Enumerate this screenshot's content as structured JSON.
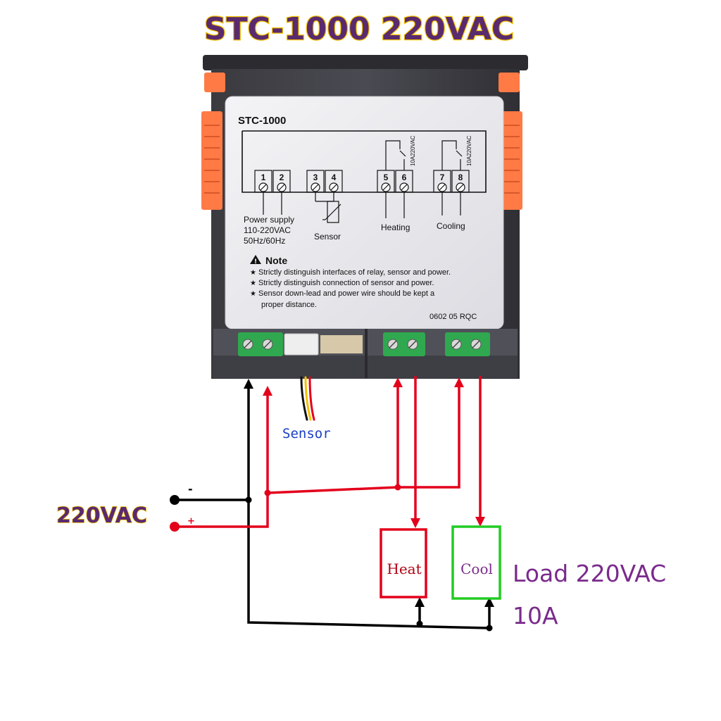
{
  "title": "STC-1000  220VAC",
  "panel": {
    "model": "STC-1000",
    "terminals": [
      "1",
      "2",
      "3",
      "4",
      "5",
      "6",
      "7",
      "8"
    ],
    "relay_rating_heat": "10A220VAC",
    "relay_rating_cool": "10A220VAC",
    "power_supply_label": "Power  supply",
    "power_voltage": "110-220VAC",
    "power_freq": "50Hz/60Hz",
    "sensor_label": "Sensor",
    "heating_label": "Heating",
    "cooling_label": "Cooling",
    "note_title": "Note",
    "notes": [
      "Strictly distinguish interfaces of relay, sensor and power.",
      "Strictly distinguish connection of sensor and power.",
      "Sensor down-lead and power wire should be kept a",
      "proper distance."
    ],
    "note_bullet": "★",
    "code": "0602 05 RQC"
  },
  "wiring": {
    "sensor_label": "Sensor",
    "supply_label": "220VAC",
    "minus_sign": "-",
    "plus_sign": "+",
    "heat_label": "Heat",
    "cool_label": "Cool",
    "load_label": "Load 220VAC",
    "load_current": "10A"
  },
  "colors": {
    "title": "#5a2a6e",
    "title_outline": "#f2c100",
    "live_wire": "#e3001b",
    "neutral_wire": "#000000",
    "heat_box": "#e3001b",
    "cool_box": "#22cc22",
    "load_text": "#7a2b8c",
    "sensor_text": "#1a3fc7",
    "orange_clip": "#ff7a45",
    "terminal_green": "#2fa84f"
  }
}
